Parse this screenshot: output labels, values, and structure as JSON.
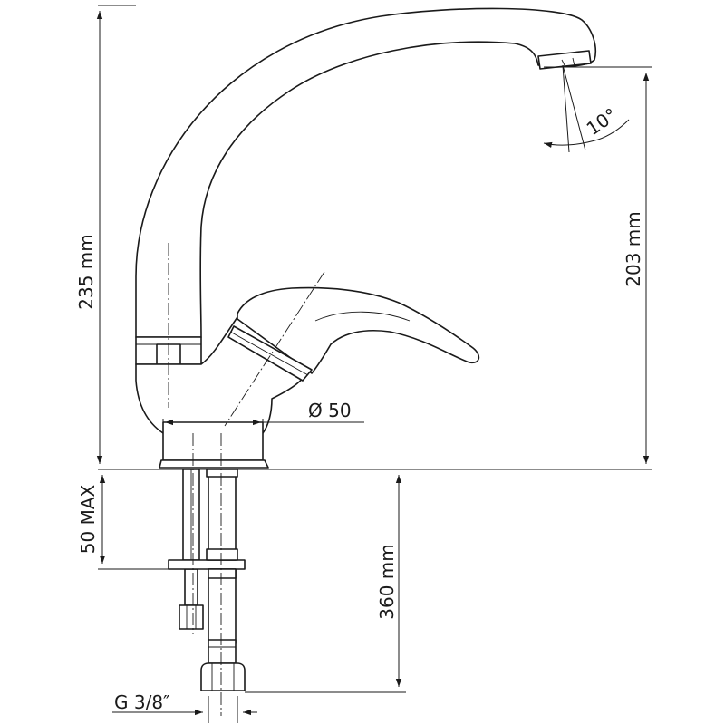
{
  "dimensions": {
    "total_height": "235 mm",
    "spout_height": "203 mm",
    "spout_angle": "10°",
    "base_diameter": "Ø 50",
    "max_deck_thickness": "50 MAX",
    "hose_length": "360 mm",
    "connection_thread": "G 3/8″"
  },
  "colors": {
    "line": "#1a1a1a",
    "background": "#ffffff"
  }
}
